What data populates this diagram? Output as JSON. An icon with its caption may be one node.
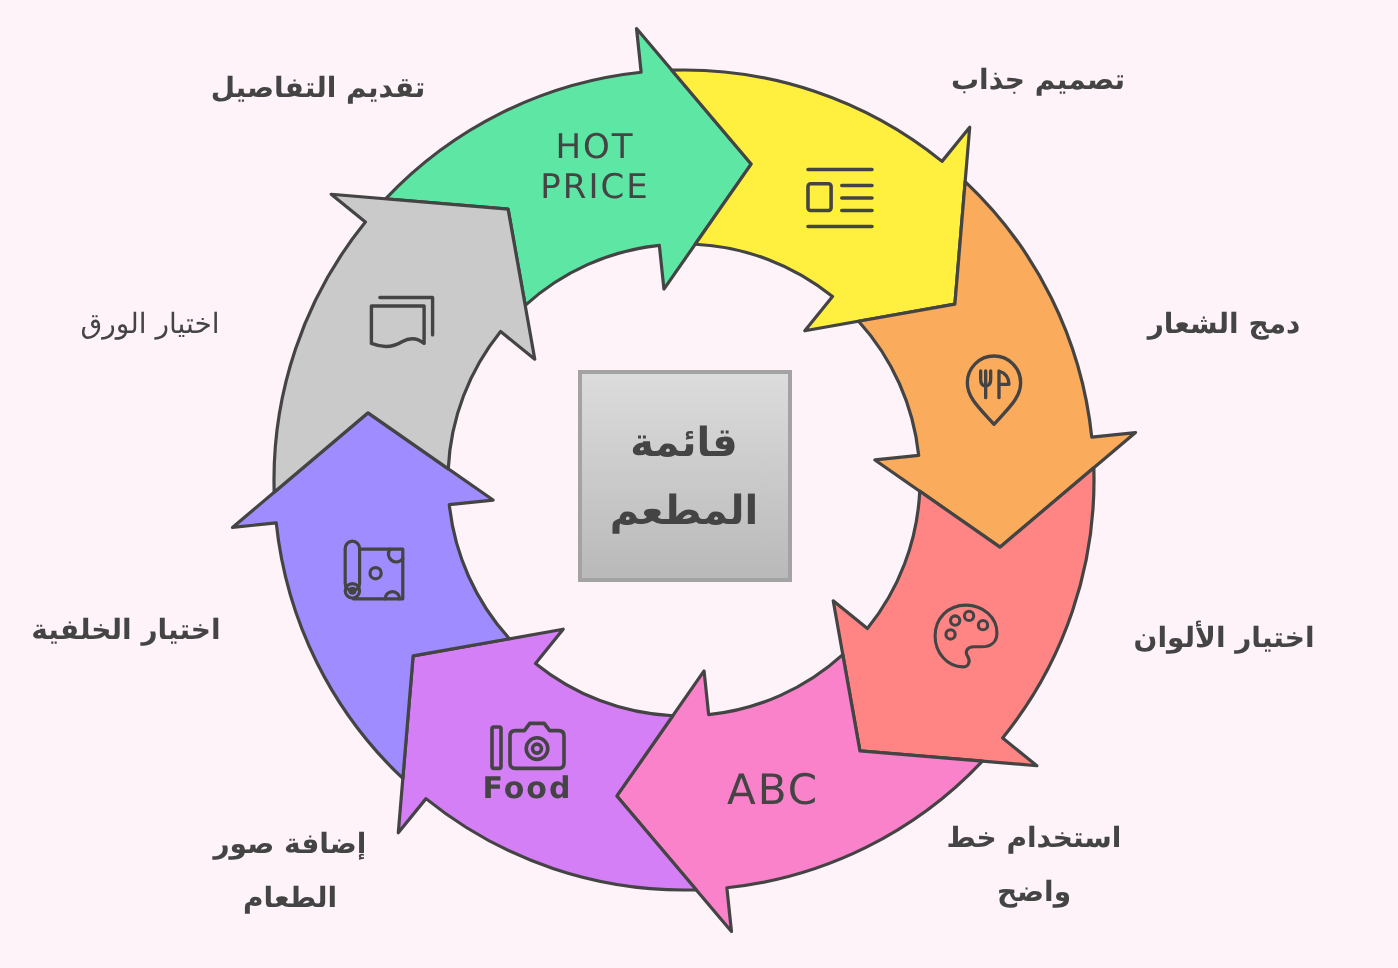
{
  "diagram": {
    "nodes": [
      {
        "text": [
          "قائمة المطعم"
        ]
      },
      {
        "text": [
          "HOT PRICE"
        ],
        "beside": [
          "تقديم التفاصيل"
        ]
      },
      {
        "text": [],
        "shape": "arrow",
        "beside": [
          "تصميم جذاب"
        ]
      },
      {
        "text": [],
        "shape": "arrow",
        "beside": [
          "دمج الشعار"
        ]
      },
      {
        "text": [],
        "shape": "arrow",
        "beside": [
          "اختيار الألوان"
        ]
      },
      {
        "text": [
          "ABC"
        ],
        "beside": [
          "استخدام خط واضح"
        ]
      },
      {
        "text": [
          "Food"
        ],
        "beside": [
          "إضافة صور الطعام"
        ]
      },
      {
        "text": [],
        "shape": "arrow",
        "beside": [
          "اختيار الخلفية"
        ]
      },
      {
        "text": [],
        "shape": "arrow",
        "beside": [
          "اختيار الورق"
        ]
      }
    ]
  }
}
